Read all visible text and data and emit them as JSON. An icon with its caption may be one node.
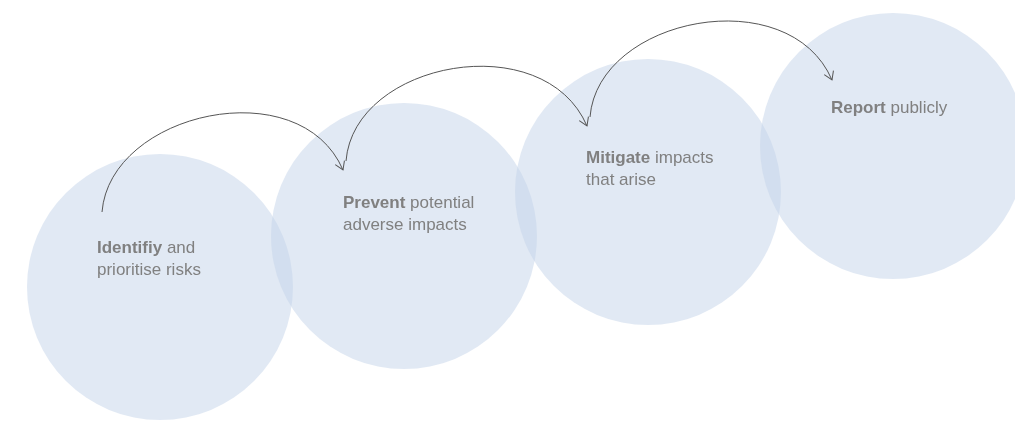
{
  "diagram": {
    "nodes": [
      {
        "text": [
          "**Identifiy** and prioritise risks"
        ]
      },
      {
        "text": [
          "**Prevent** potential adverse impacts"
        ]
      },
      {
        "text": [
          "**Mitigate** impacts that arise"
        ]
      },
      {
        "text": [
          "**Report** publicly"
        ]
      }
    ],
    "edges": [
      {
        "from": 0,
        "to": 1,
        "arrow": "to"
      },
      {
        "from": 1,
        "to": 2,
        "arrow": "to"
      },
      {
        "from": 2,
        "to": 3,
        "arrow": "to"
      }
    ]
  }
}
